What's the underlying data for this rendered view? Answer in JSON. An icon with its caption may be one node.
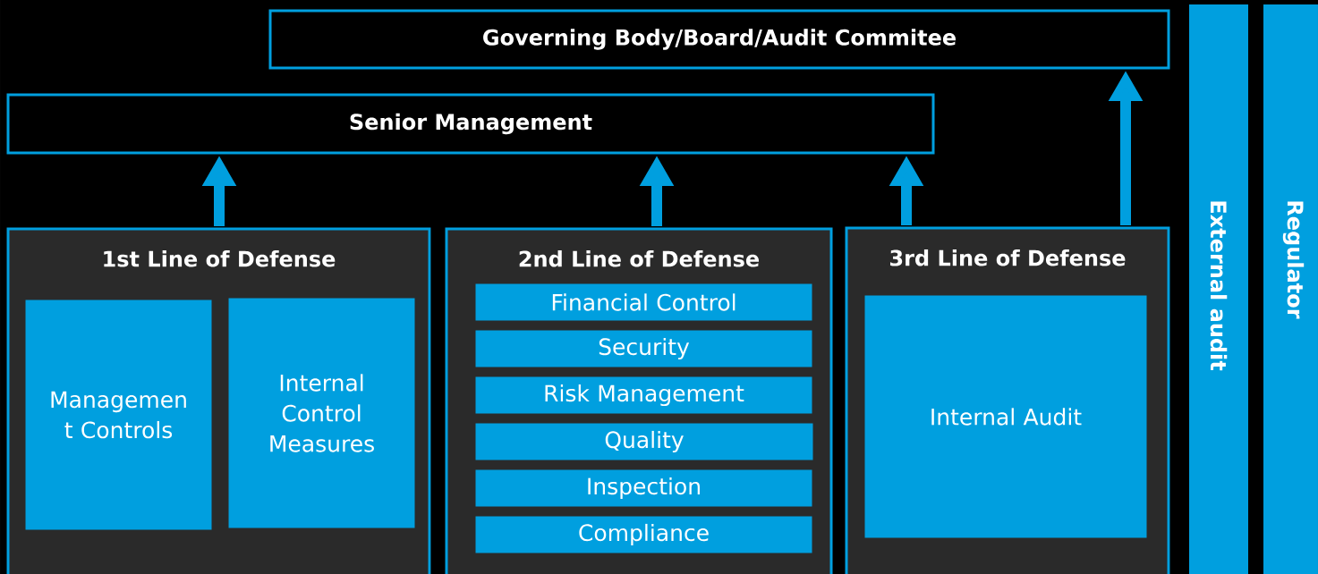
{
  "diagram": {
    "nodes": [
      {
        "text": [
          "Governing Body/Board/Audit Commitee"
        ]
      },
      {
        "text": [
          "Senior Management"
        ]
      },
      {
        "text": [
          "1st Line of Defense"
        ]
      },
      {
        "text": [
          "Managemen t Controls"
        ],
        "in": 2
      },
      {
        "text": [
          "Internal Control Measures"
        ],
        "in": 2
      },
      {
        "text": [
          "2nd Line of Defense"
        ]
      },
      {
        "text": [
          "Financial Control"
        ],
        "in": 5
      },
      {
        "text": [
          "Security"
        ],
        "in": 5
      },
      {
        "text": [
          "Risk Management"
        ],
        "in": 5
      },
      {
        "text": [
          "Quality"
        ],
        "in": 5
      },
      {
        "text": [
          "Inspection"
        ],
        "in": 5
      },
      {
        "text": [
          "Compliance"
        ],
        "in": 5
      },
      {
        "text": [
          "3rd Line of Defense"
        ]
      },
      {
        "text": [
          "Internal Audit"
        ],
        "in": 12
      },
      {
        "text": [
          "External audit"
        ]
      },
      {
        "text": [
          "Regulator"
        ]
      }
    ],
    "edges": [
      {
        "from": 2,
        "to": 1,
        "arrow": "to"
      },
      {
        "from": 5,
        "to": 1,
        "arrow": "to"
      },
      {
        "from": 12,
        "to": 1,
        "arrow": "to"
      },
      {
        "from": 12,
        "to": 0,
        "arrow": "to"
      }
    ]
  }
}
